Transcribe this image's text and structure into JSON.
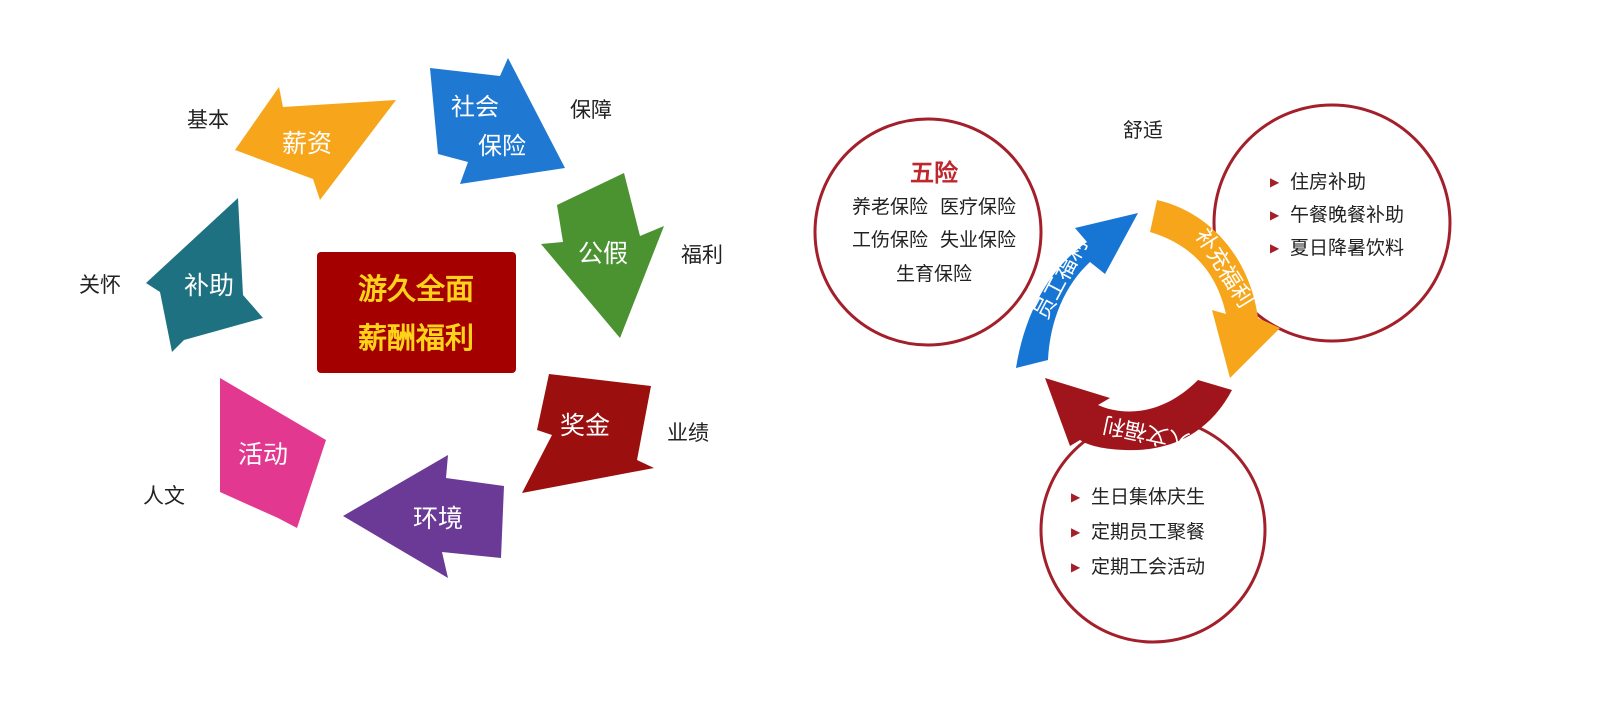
{
  "left_diagram": {
    "center": {
      "line1": "游久全面",
      "line2": "薪酬福利",
      "bg_color": "#a50000",
      "text_color": "#ffd21a"
    },
    "arrows": [
      {
        "text1": "薪资",
        "text2": "",
        "outer_label": "基本",
        "color": "#f7a61b"
      },
      {
        "text1": "社会",
        "text2": "保险",
        "outer_label": "保障",
        "color": "#1f78d1"
      },
      {
        "text1": "公假",
        "text2": "",
        "outer_label": "福利",
        "color": "#4b9231"
      },
      {
        "text1": "奖金",
        "text2": "",
        "outer_label": "业绩",
        "color": "#9b0f0f"
      },
      {
        "text1": "环境",
        "text2": "",
        "outer_label": "",
        "color": "#6a3a96"
      },
      {
        "text1": "活动",
        "text2": "",
        "outer_label": "人文",
        "color": "#e2388f"
      },
      {
        "text1": "补助",
        "text2": "",
        "outer_label": "关怀",
        "color": "#1e7181"
      }
    ]
  },
  "right_diagram": {
    "top_label": "舒适",
    "circle_color": "#a31f2a",
    "circles": [
      {
        "title": "五险",
        "title_color": "#c0272d",
        "lines": [
          "养老保险  医疗保险",
          "工伤保险  失业保险",
          "生育保险"
        ]
      },
      {
        "title": "",
        "items": [
          "住房补助",
          "午餐晚餐补助",
          "夏日降暑饮料"
        ]
      },
      {
        "title": "",
        "items": [
          "生日集体庆生",
          "定期员工聚餐",
          "定期工会活动"
        ]
      }
    ],
    "cycle_arrows": [
      {
        "label": "员工福利",
        "color": "#1776d3"
      },
      {
        "label": "补充福利",
        "color": "#f7a61b"
      },
      {
        "label": "人文福利",
        "color": "#a0141c"
      }
    ]
  }
}
